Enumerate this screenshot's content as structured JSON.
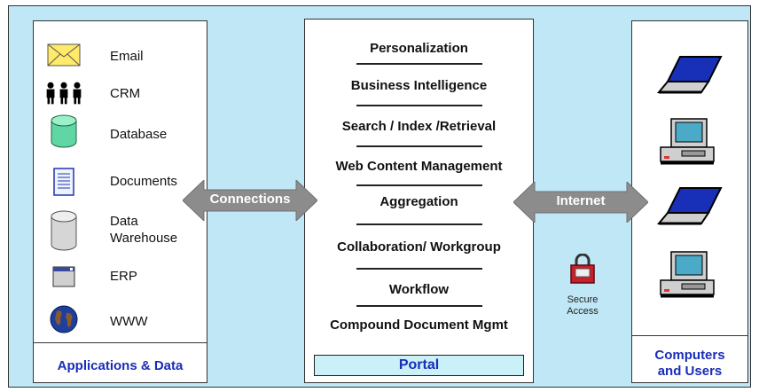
{
  "applications": {
    "items": [
      {
        "icon": "envelope-icon",
        "label": "Email"
      },
      {
        "icon": "people-icon",
        "label": "CRM"
      },
      {
        "icon": "database-icon",
        "label": "Database"
      },
      {
        "icon": "document-icon",
        "label": "Documents"
      },
      {
        "icon": "data-warehouse-icon",
        "label_line1": "Data",
        "label_line2": "Warehouse"
      },
      {
        "icon": "window-icon",
        "label": "ERP"
      },
      {
        "icon": "globe-icon",
        "label": "WWW"
      }
    ],
    "footer": "Applications & Data"
  },
  "portal": {
    "services": [
      "Personalization",
      "Business Intelligence",
      "Search / Index /Retrieval",
      "Web Content Management",
      "Aggregation",
      "Collaboration/ Workgroup",
      "Workflow",
      "Compound Document Mgmt"
    ],
    "title": "Portal"
  },
  "connectors": {
    "left": "Connections",
    "right": "Internet"
  },
  "secure": {
    "line1": "Secure",
    "line2": "Access",
    "icon": "lock-icon"
  },
  "users": {
    "devices": [
      "laptop-icon",
      "desktop-computer-icon",
      "laptop-icon",
      "desktop-computer-icon"
    ],
    "footer_line1": "Computers",
    "footer_line2": "and Users"
  },
  "colors": {
    "background": "#bfe7f5",
    "arrow": "#8c8c8c",
    "footer_text": "#1a2db8",
    "portal_box": "#c9f1f7"
  }
}
